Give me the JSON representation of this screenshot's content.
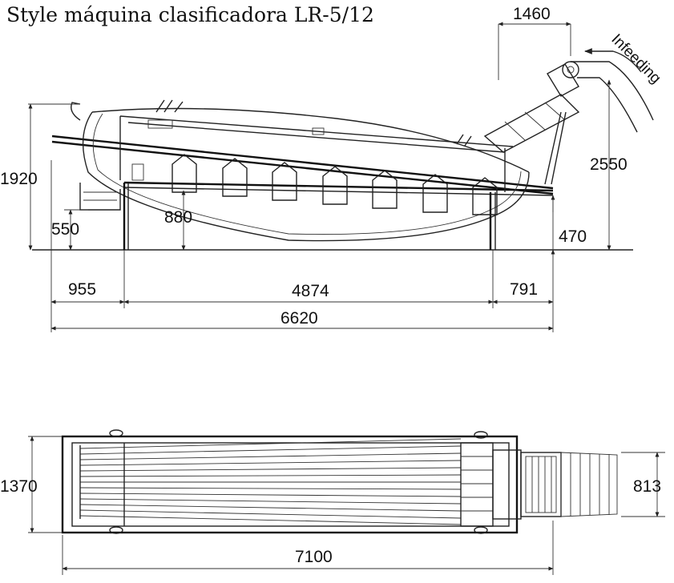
{
  "title": "Style máquina clasificadora LR-5/12",
  "side_view": {
    "infeed_label": "Infeeding",
    "dimensions": {
      "top_width": "1460",
      "total_height": "1920",
      "infeed_height": "2550",
      "outlet_height": "550",
      "lower_height": "880",
      "right_clearance": "470",
      "left_section": "955",
      "middle_section": "4874",
      "right_section": "791",
      "total_length": "6620"
    }
  },
  "top_view": {
    "dimensions": {
      "width": "1370",
      "infeed_width": "813",
      "total_length": "7100"
    }
  }
}
